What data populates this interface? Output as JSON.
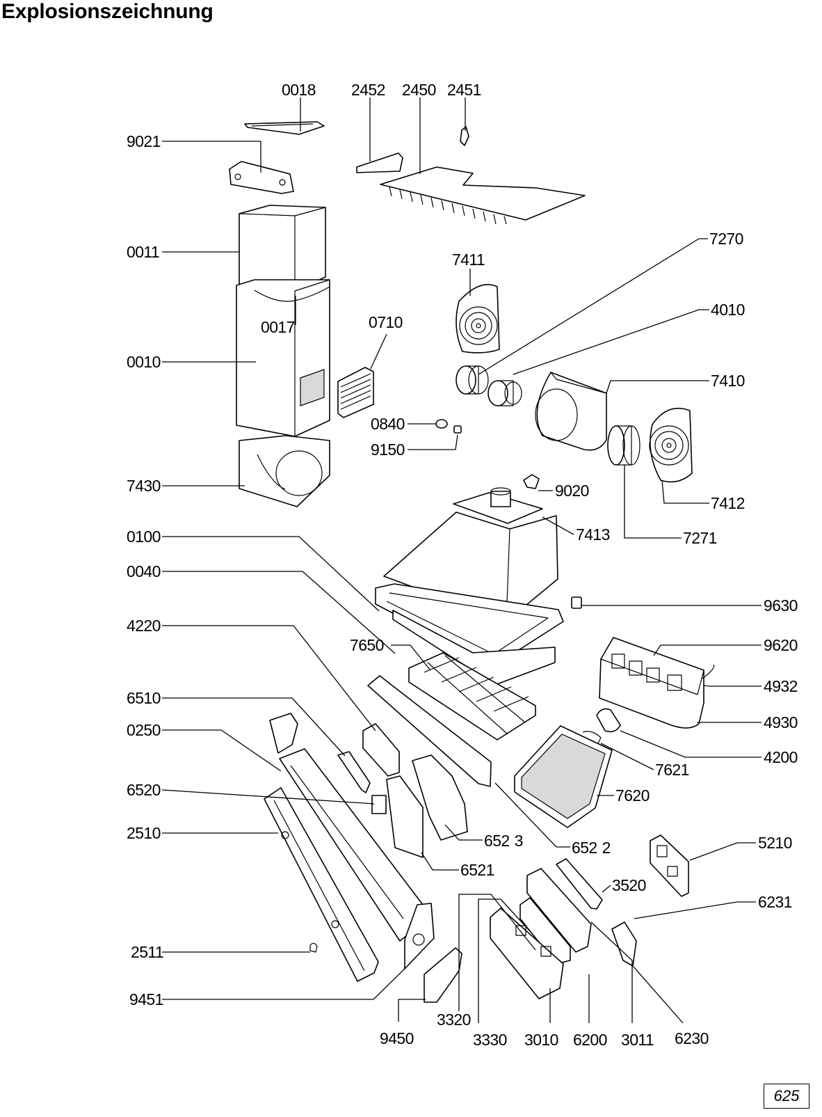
{
  "title": "Explosionszeichnung",
  "page_number": "625",
  "part_labels": {
    "p0018": "0018",
    "p2452": "2452",
    "p2450": "2450",
    "p2451": "2451",
    "p9021": "9021",
    "p0011": "0011",
    "p7270": "7270",
    "p7411": "7411",
    "p4010": "4010",
    "p0017": "0017",
    "p0710": "0710",
    "p0010": "0010",
    "p7410": "7410",
    "p0840": "0840",
    "p9150": "9150",
    "p7430": "7430",
    "p9020": "9020",
    "p7412": "7412",
    "p7413": "7413",
    "p0100": "0100",
    "p7271": "7271",
    "p0040": "0040",
    "p9630": "9630",
    "p4220": "4220",
    "p9620": "9620",
    "p7650": "7650",
    "p4932": "4932",
    "p6510": "6510",
    "p0250": "0250",
    "p4930": "4930",
    "p4200": "4200",
    "p7621": "7621",
    "p6520": "6520",
    "p7620": "7620",
    "p2510": "2510",
    "p6523_num": "652",
    "p6523_suffix": "3",
    "p6522_num": "652",
    "p6522_suffix": "2",
    "p5210": "5210",
    "p6521": "6521",
    "p3520": "3520",
    "p6231": "6231",
    "p2511": "2511",
    "p9451": "9451",
    "p3320": "3320",
    "p9450": "9450",
    "p3330": "3330",
    "p3010": "3010",
    "p6200": "6200",
    "p3011": "3011",
    "p6230": "6230"
  }
}
